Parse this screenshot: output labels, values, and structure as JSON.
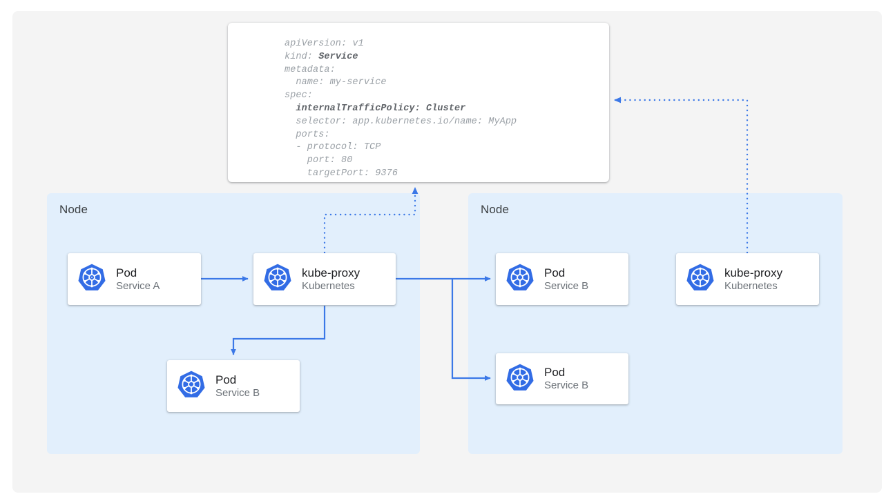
{
  "diagram": {
    "title": "Kubernetes Service internalTrafficPolicy Cluster traffic routing",
    "canvas_bg": "#f4f4f4",
    "node_bg": "#e2effc",
    "accent_blue": "#3b78e7",
    "logo_blue": "#326ce5"
  },
  "yaml": {
    "filename": "service-internal-traffic-policy-cluster",
    "lines": [
      "apiVersion: v1",
      "kind: Service",
      "metadata:",
      "  name: my-service",
      "spec:",
      "  internalTrafficPolicy: Cluster",
      "  selector: app.kubernetes.io/name: MyApp",
      "  ports:",
      "  - protocol: TCP",
      "    port: 80",
      "    targetPort: 9376"
    ],
    "fields": {
      "apiVersion": "v1",
      "kind": "Service",
      "metadata_name": "my-service",
      "internalTrafficPolicy": "Cluster",
      "selector": "app.kubernetes.io/name: MyApp",
      "protocol": "TCP",
      "port": "80",
      "targetPort": "9376"
    }
  },
  "nodes": [
    {
      "label": "Node"
    },
    {
      "label": "Node"
    }
  ],
  "cards": {
    "pod_a": {
      "title": "Pod",
      "subtitle": "Service A",
      "icon": "kubernetes-logo-icon"
    },
    "kubeproxy_left": {
      "title": "kube-proxy",
      "subtitle": "Kubernetes",
      "icon": "kubernetes-logo-icon"
    },
    "pod_b_left": {
      "title": "Pod",
      "subtitle": "Service B",
      "icon": "kubernetes-logo-icon"
    },
    "pod_b_right_top": {
      "title": "Pod",
      "subtitle": "Service B",
      "icon": "kubernetes-logo-icon"
    },
    "pod_b_right_bot": {
      "title": "Pod",
      "subtitle": "Service B",
      "icon": "kubernetes-logo-icon"
    },
    "kubeproxy_right": {
      "title": "kube-proxy",
      "subtitle": "Kubernetes",
      "icon": "kubernetes-logo-icon"
    }
  },
  "connections": [
    {
      "from": "pod_a",
      "to": "kubeproxy_left",
      "style": "solid",
      "label": ""
    },
    {
      "from": "kubeproxy_left",
      "to": "pod_b_left",
      "style": "solid",
      "label": ""
    },
    {
      "from": "kubeproxy_left",
      "to": "pod_b_right_top",
      "style": "solid",
      "label": ""
    },
    {
      "from": "kubeproxy_left",
      "to": "pod_b_right_bot",
      "style": "solid",
      "label": ""
    },
    {
      "from": "kubeproxy_left",
      "to": "yaml_box",
      "style": "dotted",
      "label": ""
    },
    {
      "from": "kubeproxy_right",
      "to": "yaml_box",
      "style": "dotted",
      "label": ""
    }
  ]
}
